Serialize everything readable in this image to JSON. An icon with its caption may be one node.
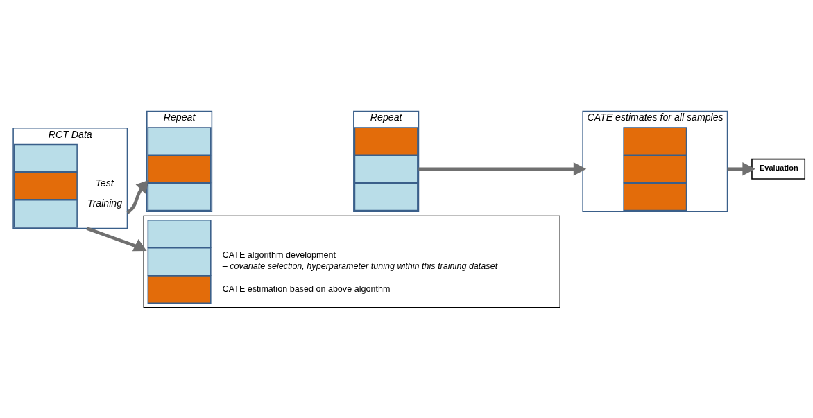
{
  "diagram": {
    "nodes": [
      {
        "text": [
          "RCT Data"
        ]
      },
      {
        "text": [],
        "shape": "box",
        "in": 0
      },
      {
        "text": [],
        "shape": "box",
        "in": 0
      },
      {
        "text": [],
        "shape": "box",
        "in": 0
      },
      {
        "text": [
          "Repeat"
        ]
      },
      {
        "text": [],
        "shape": "box",
        "in": 4
      },
      {
        "text": [],
        "shape": "box",
        "in": 4
      },
      {
        "text": [],
        "shape": "box",
        "in": 4
      },
      {
        "text": [
          "Repeat"
        ]
      },
      {
        "text": [],
        "shape": "box",
        "in": 8
      },
      {
        "text": [],
        "shape": "box",
        "in": 8
      },
      {
        "text": [],
        "shape": "box",
        "in": 8
      },
      {
        "text": [
          "CATE estimates for all samples"
        ]
      },
      {
        "text": [],
        "shape": "box",
        "in": 12
      },
      {
        "text": [],
        "shape": "box",
        "in": 12
      },
      {
        "text": [],
        "shape": "box",
        "in": 12
      },
      {
        "text": [
          "Evaluation"
        ]
      },
      {
        "text": [],
        "shape": "box"
      },
      {
        "text": [],
        "shape": "box",
        "in": 17
      },
      {
        "text": [],
        "shape": "box",
        "in": 17,
        "beside": [
          "CATE algorithm development",
          "– covariate selection, hyperparameter tuning within this training dataset"
        ]
      },
      {
        "text": [],
        "shape": "box",
        "in": 17,
        "beside": [
          "CATE estimation based on above algorithm"
        ]
      }
    ],
    "edges": [
      {
        "from": 0,
        "to": 4,
        "arrow": "to"
      },
      {
        "from": 8,
        "to": 12,
        "arrow": "to"
      },
      {
        "from": 12,
        "to": 16,
        "arrow": "to"
      },
      {
        "from": 0,
        "to": 17,
        "arrow": "to"
      }
    ],
    "labels": [
      "Training",
      "Test"
    ]
  }
}
